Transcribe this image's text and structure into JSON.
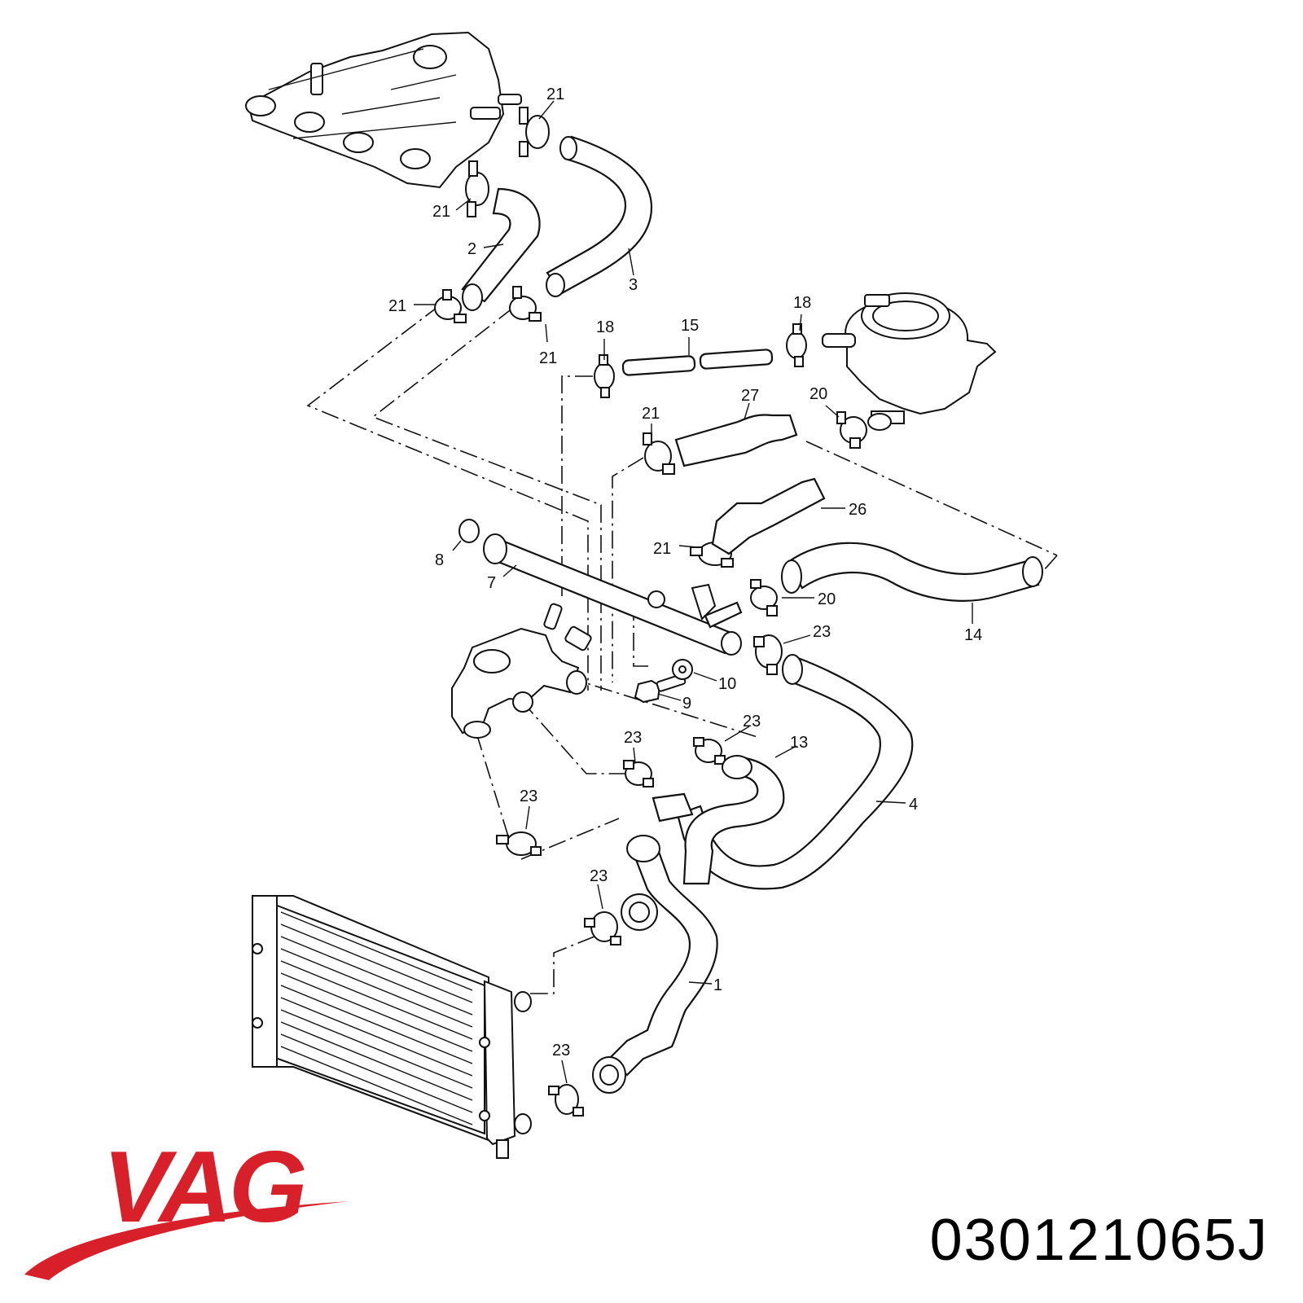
{
  "brand": {
    "logo_text": "VAG",
    "color": "#d8202a"
  },
  "part_number": "030121065J",
  "colors": {
    "line": "#111111",
    "background": "#ffffff",
    "logo": "#d8202a"
  },
  "diagram": {
    "subject": "coolant-hoses-and-radiator",
    "callouts": [
      "21",
      "21",
      "21",
      "21",
      "2",
      "3",
      "18",
      "15",
      "18",
      "27",
      "21",
      "20",
      "26",
      "21",
      "8",
      "7",
      "20",
      "14",
      "23",
      "10",
      "9",
      "23",
      "23",
      "13",
      "4",
      "23",
      "23",
      "1",
      "23"
    ]
  }
}
